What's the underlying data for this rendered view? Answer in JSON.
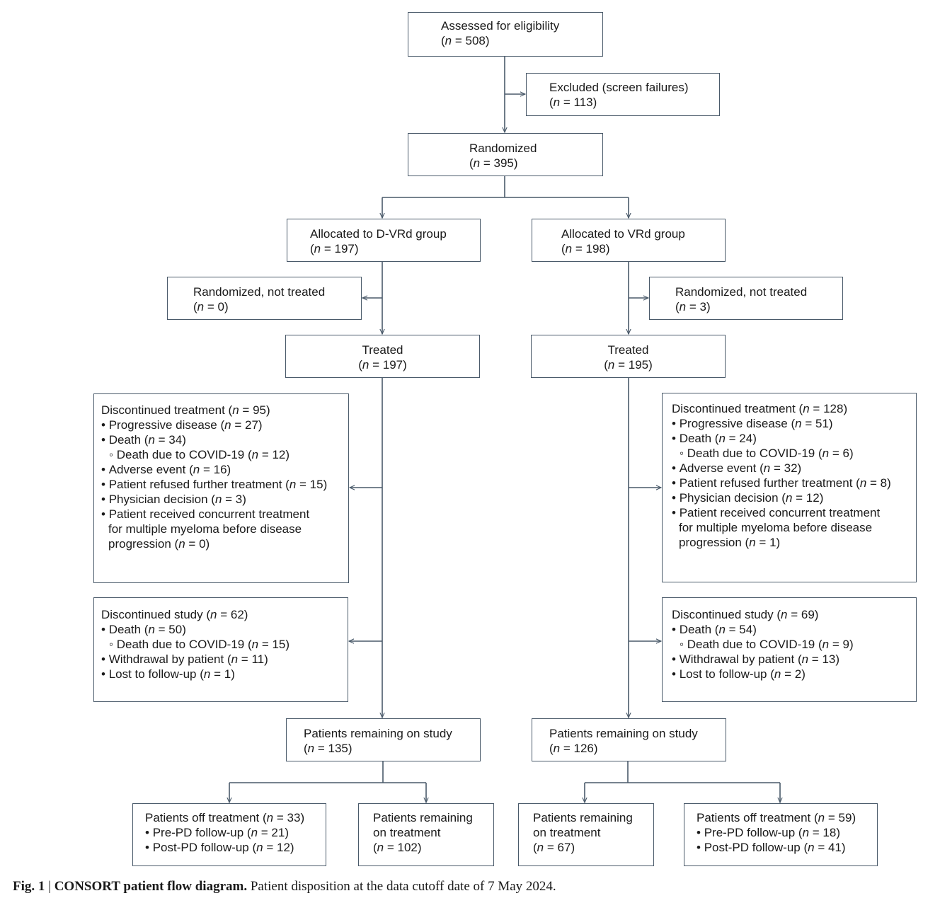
{
  "boxes": {
    "assessed": {
      "line1": "Assessed for eligibility",
      "n": "508"
    },
    "excluded": {
      "line1": "Excluded (screen failures)",
      "n": "113"
    },
    "randomized": {
      "line1": "Randomized",
      "n": "395"
    },
    "alloc_dvrd": {
      "line1": "Allocated to D-VRd group",
      "n": "197"
    },
    "alloc_vrd": {
      "line1": "Allocated to VRd group",
      "n": "198"
    },
    "not_treated_l": {
      "line1": "Randomized, not treated",
      "n": "0"
    },
    "not_treated_r": {
      "line1": "Randomized, not treated",
      "n": "3"
    },
    "treated_l": {
      "line1": "Treated",
      "n": "197"
    },
    "treated_r": {
      "line1": "Treated",
      "n": "195"
    },
    "remaining_l": {
      "line1": "Patients remaining on study",
      "n": "135"
    },
    "remaining_r": {
      "line1": "Patients remaining on study",
      "n": "126"
    }
  },
  "disc_treatment_l": {
    "title": "Discontinued treatment",
    "n": "95",
    "progressive": "27",
    "death": "34",
    "covid": "12",
    "adverse": "16",
    "refused": "15",
    "physician": "3",
    "concurrent": "0"
  },
  "disc_treatment_r": {
    "title": "Discontinued treatment",
    "n": "128",
    "progressive": "51",
    "death": "24",
    "covid": "6",
    "adverse": "32",
    "refused": "8",
    "physician": "12",
    "concurrent": "1"
  },
  "disc_study_l": {
    "title": "Discontinued study",
    "n": "62",
    "death": "50",
    "covid": "15",
    "withdrawal": "11",
    "lost": "1"
  },
  "disc_study_r": {
    "title": "Discontinued study",
    "n": "69",
    "death": "54",
    "covid": "9",
    "withdrawal": "13",
    "lost": "2"
  },
  "off_l": {
    "title": "Patients off treatment",
    "n": "33",
    "pre": "21",
    "post": "12"
  },
  "off_r": {
    "title": "Patients off treatment",
    "n": "59",
    "pre": "18",
    "post": "41"
  },
  "on_l": {
    "line1": "Patients remaining",
    "line2": "on treatment",
    "n": "102"
  },
  "on_r": {
    "line1": "Patients remaining",
    "line2": "on treatment",
    "n": "67"
  },
  "labels": {
    "n_symbol": "n",
    "progressive": "Progressive disease",
    "death": "Death",
    "covid": "Death due to COVID-19",
    "adverse": "Adverse event",
    "refused": "Patient refused further treatment",
    "physician": "Physician decision",
    "concurrent_1": "Patient received concurrent treatment",
    "concurrent_2": "for multiple myeloma before disease",
    "concurrent_3": "progression",
    "withdrawal": "Withdrawal by patient",
    "lost": "Lost to follow-up",
    "pre_pd": "Pre-PD follow-up",
    "post_pd": "Post-PD follow-up"
  },
  "caption": {
    "fig": "Fig. 1",
    "sep": " | ",
    "title": "CONSORT patient flow diagram.",
    "text": " Patient disposition at the data cutoff date of 7 May 2024."
  },
  "colors": {
    "line": "#4a5a6a"
  }
}
